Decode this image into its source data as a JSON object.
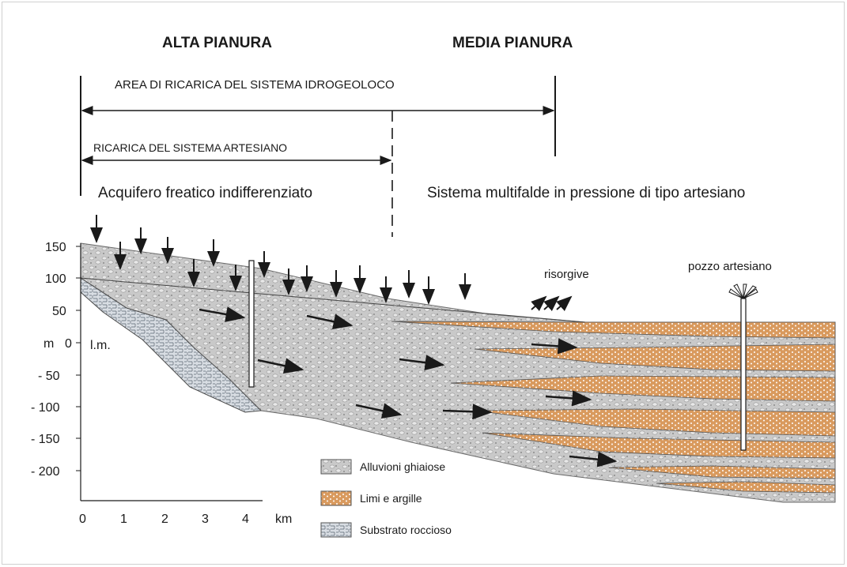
{
  "headers": {
    "alta": "ALTA PIANURA",
    "media": "MEDIA PIANURA"
  },
  "spans": {
    "ricarica_idro": "AREA DI RICARICA DEL SISTEMA IDROGEOLOCO",
    "ricarica_art": "RICARICA DEL SISTEMA ARTESIANO"
  },
  "aquifers": {
    "freatico": "Acquifero freatico indifferenziato",
    "multifalde": "Sistema multifalde in pressione di tipo artesiano"
  },
  "annotations": {
    "risorgive": "risorgive",
    "pozzo": "pozzo artesiano",
    "lm": "l.m."
  },
  "y_axis": {
    "unit": "m",
    "ticks": [
      "150",
      "100",
      "50",
      "0",
      "- 50",
      "- 100",
      "- 150",
      "- 200"
    ]
  },
  "x_axis": {
    "unit": "km",
    "ticks": [
      "0",
      "1",
      "2",
      "3",
      "4"
    ]
  },
  "legend": [
    {
      "label": "Alluvioni ghiaiose",
      "pattern": "gravel"
    },
    {
      "label": "Limi e argille",
      "pattern": "clay"
    },
    {
      "label": "Substrato roccioso",
      "pattern": "rock"
    }
  ],
  "colors": {
    "gravel": "#c8c8c8",
    "clay": "#d9a06a",
    "rock": "#9aa0a8",
    "ink": "#1a1a1a"
  }
}
